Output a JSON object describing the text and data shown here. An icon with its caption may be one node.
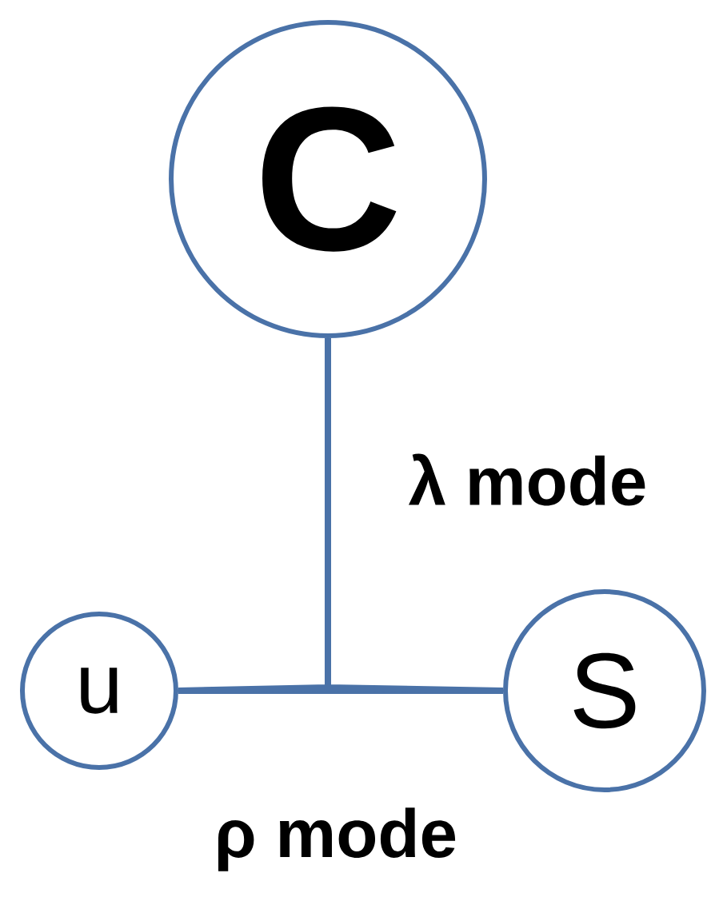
{
  "diagram": {
    "nodes": [
      {
        "text": [
          "C"
        ]
      },
      {
        "text": [
          "u"
        ]
      },
      {
        "text": [
          "S"
        ]
      }
    ],
    "edges": [
      {
        "from": 1,
        "to": 2,
        "arrow": "none"
      },
      {
        "from": 0,
        "to": 1,
        "arrow": "none"
      },
      {
        "from": 0,
        "to": 2,
        "arrow": "none"
      }
    ],
    "labels": [
      "λ mode",
      "ρ mode"
    ]
  }
}
